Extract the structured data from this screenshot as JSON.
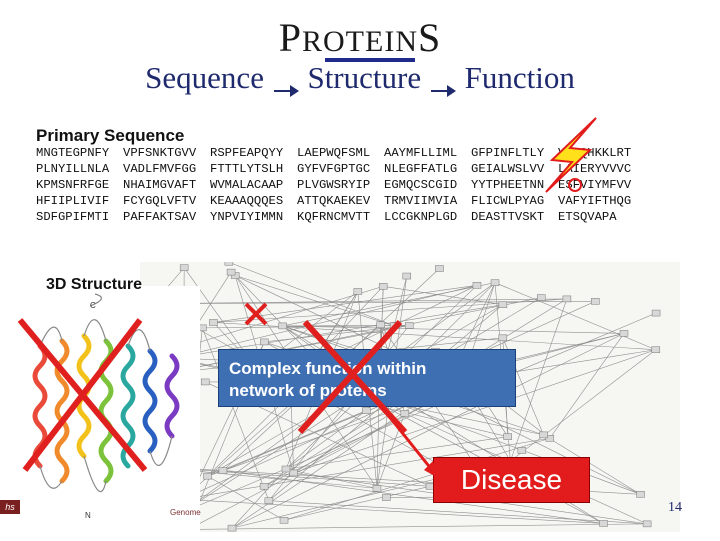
{
  "title": {
    "first_letter": "P",
    "middle": "ROTEIN",
    "last_letter": "S"
  },
  "subtitle": {
    "part1": "Sequence",
    "part2": "Structure",
    "part3": "Function"
  },
  "headings": {
    "primary": "Primary Sequence",
    "structure": "3D Structure"
  },
  "sequence_rows": [
    [
      "MNGTEGPNFY",
      "VPFSNKTGVV",
      "RSPFEAPQYY",
      "LAEPWQFSML",
      "AAYMFLLIML",
      "GFPINFLTLY",
      "VTVQHKKLRT"
    ],
    [
      "PLNYILLNLA",
      "VADLFMVFGG",
      "FTTTLYTSLH",
      "GYFVFGPTGC",
      "NLEGFFATLG",
      "GEIALWSLVV",
      "LAIERYVVVC"
    ],
    [
      "KPMSNFRFGE",
      "NHAIMGVAFT",
      "WVMALACAAP",
      "PLVGWSRYIP",
      "EGMQCSCGID",
      "YYTPHEETNN",
      "ESFVIYMFVV"
    ],
    [
      "HFIIPLIVIF",
      "FCYGQLVFTV",
      "KEAAAQQQES",
      "ATTQKAEKEV",
      "TRMVIIMVIA",
      "FLICWLPYAG",
      "VAFYIFTHQG"
    ],
    [
      "SDFGPIFMTI",
      "PAFFAKTSAV",
      "YNPVIYIMMN",
      "KQFRNCMVTT",
      "LCCGKNPLGD",
      "DEASTTVSKT",
      "ETSQVAPA"
    ]
  ],
  "complex_text": {
    "line1": "Complex function within",
    "line2": "network of proteins"
  },
  "disease_label": "Disease",
  "page_number": "14",
  "footer_text": "Genome",
  "logo_text": "hs",
  "protein_labels": {
    "c_term": "C",
    "n_term": "N"
  },
  "colors": {
    "title_bar": "#1f2a8a",
    "complex_box": "#3e6fb2",
    "disease_box": "#e21c1c",
    "cross": "#e0201e",
    "lightning": "#ffe01a",
    "lightning_outline": "#e21c1c",
    "arrow": "#e21c1c"
  }
}
